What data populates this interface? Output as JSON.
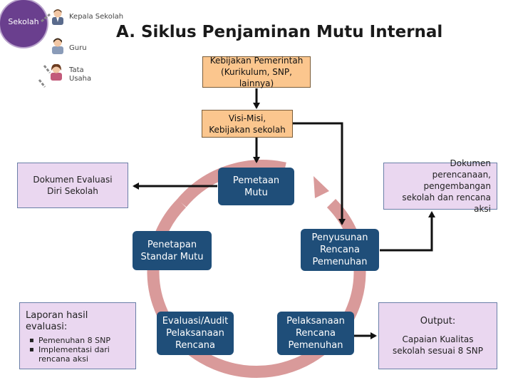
{
  "header": {
    "title": "A. Siklus Penjaminan Mutu Internal",
    "center_label": "Sekolah",
    "people": [
      {
        "label": "Kepala Sekolah"
      },
      {
        "label": "Guru"
      },
      {
        "label": "Tata Usaha"
      }
    ]
  },
  "boxes": {
    "kebijakan": "Kebijakan Pemerintah (Kurikulum, SNP, lainnya)",
    "visi": "Visi-Misi, Kebijakan sekolah",
    "dokumen_evaluasi": "Dokumen Evaluasi Diri Sekolah",
    "dokumen_perencanaan": "Dokumen perencanaan, pengembangan sekolah dan rencana aksi",
    "pemetaan": "Pemetaan Mutu",
    "penetapan": "Penetapan Standar Mutu",
    "penyusunan": "Penyusunan Rencana Pemenuhan",
    "evaluasi": "Evaluasi/Audit Pelaksanaan Rencana",
    "pelaksanaan": "Pelaksanaan Rencana Pemenuhan",
    "laporan": {
      "heading": "Laporan hasil evaluasi:",
      "items": [
        "Pemenuhan 8 SNP",
        "Implementasi dari rencana aksi"
      ]
    },
    "output": {
      "heading": "Output:",
      "text": "Capaian Kualitas sekolah sesuai 8 SNP"
    }
  },
  "colors": {
    "navy": "#1f4e79",
    "orange": "#fbc68e",
    "lavender": "#ead7f0",
    "purple": "#6a3f8e",
    "cycle": "#d99a9a"
  }
}
